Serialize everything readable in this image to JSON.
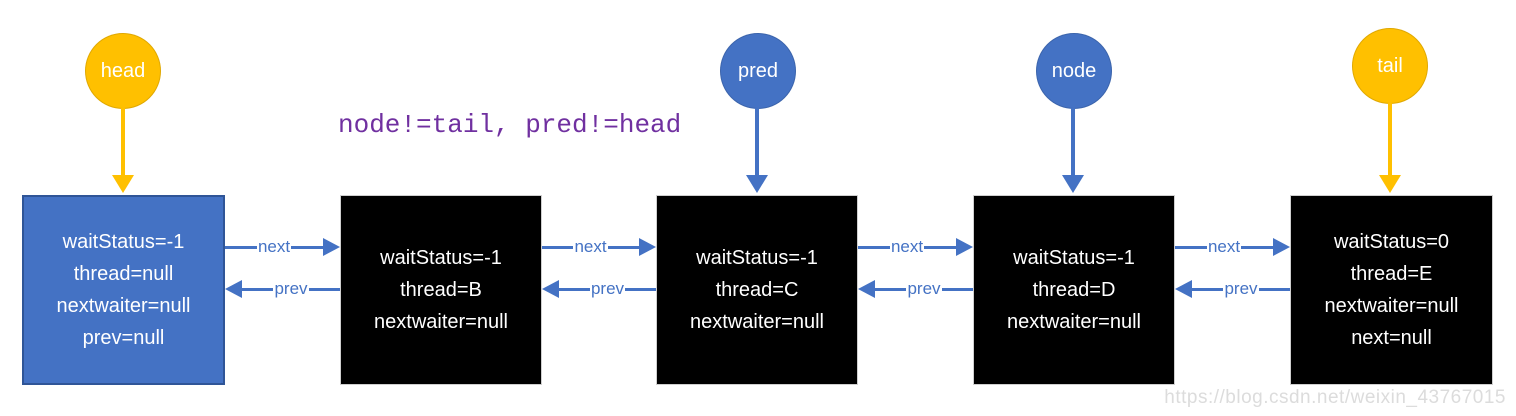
{
  "colors": {
    "accent_blue": "#4472C4",
    "accent_yellow": "#FFC000",
    "purple": "#7030A0",
    "box_black": "#000000",
    "blue_box_border": "#2F5597",
    "text_white": "#FFFFFF",
    "watermark_gray": "#DCDCDC"
  },
  "pointers": [
    {
      "label": "head",
      "color": "yellow"
    },
    {
      "label": "pred",
      "color": "blue"
    },
    {
      "label": "node",
      "color": "blue"
    },
    {
      "label": "tail",
      "color": "yellow"
    }
  ],
  "annotation": {
    "text": "node!=tail, pred!=head"
  },
  "nodes": [
    {
      "variant": "blue",
      "lines": [
        "waitStatus=-1",
        "thread=null",
        "nextwaiter=null",
        "prev=null"
      ]
    },
    {
      "variant": "black",
      "lines": [
        "waitStatus=-1",
        "thread=B",
        "nextwaiter=null"
      ]
    },
    {
      "variant": "black",
      "lines": [
        "waitStatus=-1",
        "thread=C",
        "nextwaiter=null"
      ]
    },
    {
      "variant": "black",
      "lines": [
        "waitStatus=-1",
        "thread=D",
        "nextwaiter=null"
      ]
    },
    {
      "variant": "black",
      "lines": [
        "waitStatus=0",
        "thread=E",
        "nextwaiter=null",
        "next=null"
      ]
    }
  ],
  "links": [
    {
      "next_label": "next",
      "prev_label": "prev"
    },
    {
      "next_label": "next",
      "prev_label": "prev"
    },
    {
      "next_label": "next",
      "prev_label": "prev"
    },
    {
      "next_label": "next",
      "prev_label": "prev"
    }
  ],
  "watermark": "https://blog.csdn.net/weixin_43767015"
}
